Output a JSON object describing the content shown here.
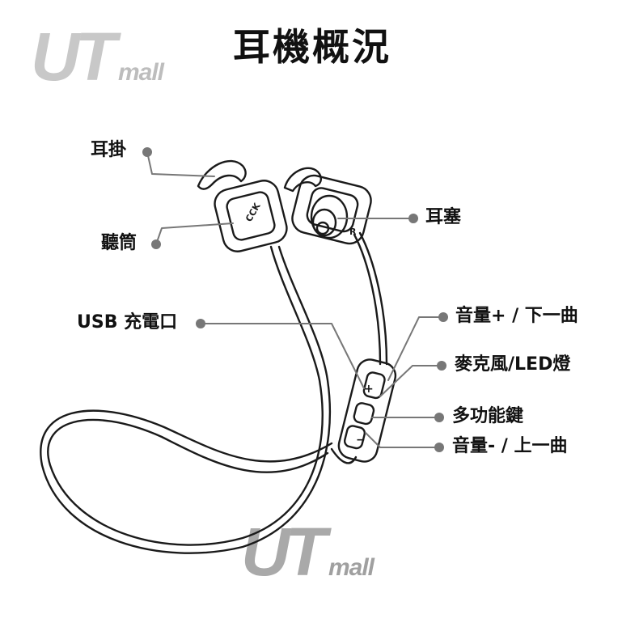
{
  "watermark": {
    "brand": "UT",
    "suffix": "mall"
  },
  "title": "耳機概況",
  "labels": {
    "ear_hook": "耳掛",
    "receiver": "聽筒",
    "usb_port": "USB 充電口",
    "earplug": "耳塞",
    "volume_up": "音量+ / 下一曲",
    "mic_led": "麥克風/LED燈",
    "multi_key": "多功能鍵",
    "volume_down": "音量- / 上一曲"
  },
  "earbud": {
    "brand_mark": "CCK",
    "side_mark": "R"
  }
}
